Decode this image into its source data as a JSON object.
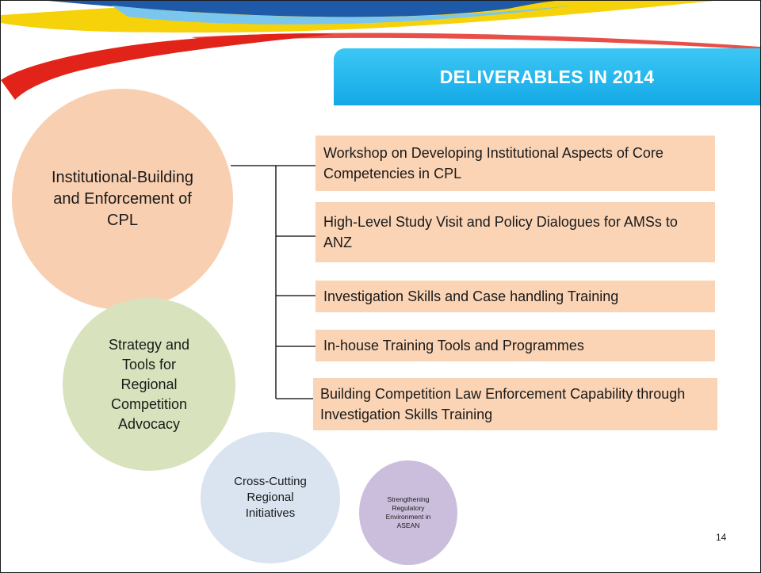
{
  "slide": {
    "banner_title": "DELIVERABLES IN 2014",
    "page_number": "14"
  },
  "circles": [
    {
      "label": "Institutional-Building and Enforcement of CPL",
      "color": "#f9cfb1"
    },
    {
      "label": "Strategy and Tools for Regional Competition Advocacy",
      "color": "#d8e3bd"
    },
    {
      "label": "Cross-Cutting Regional Initiatives",
      "color": "#dae4f1"
    },
    {
      "label": "Strengthening Regulatory Environment in ASEAN",
      "color": "#cbbedc"
    }
  ],
  "deliverables": [
    {
      "label": "Workshop on Developing Institutional Aspects of Core Competencies in CPL"
    },
    {
      "label": "High-Level Study Visit and Policy Dialogues for AMSs to ANZ"
    },
    {
      "label": "Investigation Skills and Case handling Training"
    },
    {
      "label": "In-house Training Tools and Programmes"
    },
    {
      "label": "Building Competition Law Enforcement Capability through Investigation Skills Training"
    }
  ],
  "colors": {
    "banner": "#14a9e6",
    "deliverable_box": "#fbd4b5",
    "swoosh_blue": "#1f5aa8",
    "swoosh_yellow": "#f5d20a",
    "swoosh_red": "#e2231a"
  }
}
